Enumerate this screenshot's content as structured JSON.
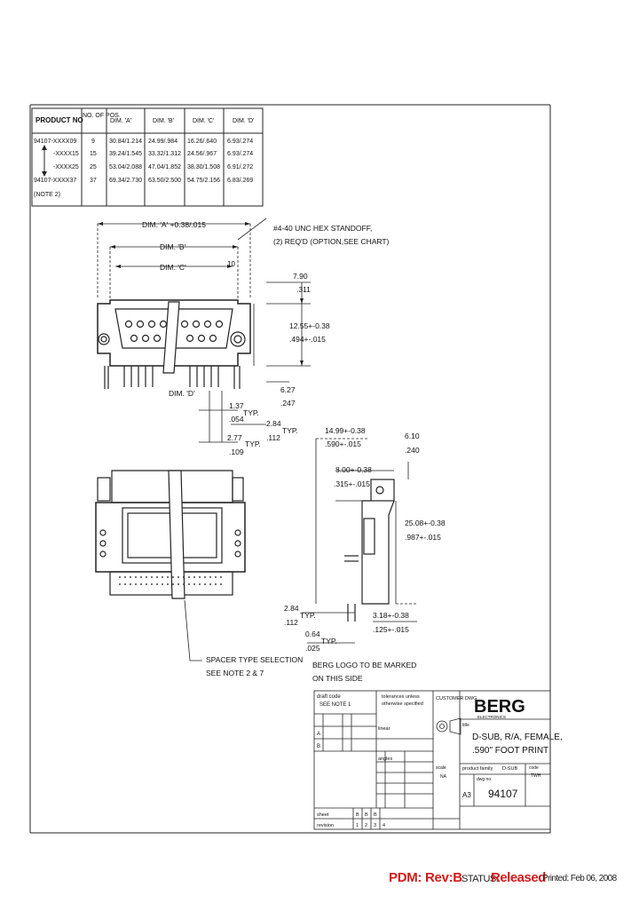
{
  "table": {
    "headers": [
      "PRODUCT NO",
      "NO. OF POS.",
      "DIM. 'A'",
      "DIM. 'B'",
      "DIM. 'C'",
      "DIM. 'D'"
    ],
    "rows": [
      [
        "94107-XXXX09",
        "9",
        "30.84/1.214",
        "24.99/.984",
        "16.26/.640",
        "6.93/.274"
      ],
      [
        "-XXXX15",
        "15",
        "39.24/1.545",
        "33.32/1.312",
        "24.56/.967",
        "6.93/.274"
      ],
      [
        "-XXXX25",
        "25",
        "53.04/2.088",
        "47.04/1.852",
        "38.30/1.508",
        "6.91/.272"
      ],
      [
        "94107-XXXX37",
        "37",
        "69.34/2.730",
        "63.50/2.500",
        "54.75/2.156",
        "6.83/.269"
      ]
    ],
    "note": "(NOTE 2)"
  },
  "callouts": {
    "dim_a": "DIM. 'A' +0.38/.015",
    "dim_b": "DIM. 'B'",
    "dim_c": "DIM. 'C'",
    "dim_d": "DIM. 'D'",
    "ref_10": "10",
    "standoff_1": "#4-40 UNC HEX STANDOFF,",
    "standoff_2": "(2) REQ'D (OPTION,SEE CHART)",
    "d790": "7.90",
    "d311": ".311",
    "d1255": "12.55+-0.38",
    "d494": ".494+-.015",
    "d627": "6.27",
    "d247": ".247",
    "d137": "1.37",
    "d054": ".054",
    "typ": "TYP.",
    "d284": "2.84",
    "d112": ".112",
    "d277": "2.77",
    "d109": ".109",
    "d1499": "14.99+-0.38",
    "d590": ".590+-.015",
    "d610": "6.10",
    "d240": ".240",
    "d800": "8.00+-0.38",
    "d315": ".315+-.015",
    "d2508": "25.08+-0.38",
    "d987": ".987+-.015",
    "d318": "3.18+-0.38",
    "d125": ".125+-.015",
    "d064": "0.64",
    "d025": ".025",
    "spacer_1": "SPACER TYPE SELECTION",
    "spacer_2": "SEE NOTE 2 & 7",
    "logo_1": "BERG LOGO TO BE MARKED",
    "logo_2": "ON THIS SIDE"
  },
  "title_block": {
    "draft_code": "draft code",
    "see_note": "SEE NOTE 1",
    "tolerances_1": "tolerances unless",
    "tolerances_2": "otherwise specified",
    "customer_drawing": "CUSTOMER DWG",
    "brand": "BERG",
    "brand_sub": "ELECTRONICS",
    "title_label": "title",
    "title_1": "D-SUB, R/A, FEMALE,",
    "title_2": ".590\" FOOT PRINT",
    "product_family": "product family",
    "product_family_value": "D-SUB",
    "code_label": "code",
    "code_value": "TWH",
    "dwg_no_label": "dwg no",
    "size": "A3",
    "dwg_no": "94107",
    "scale_label": "scale",
    "scale_value": "NA",
    "angles": "angles",
    "linear": "linear",
    "rev_a": "A",
    "rev_b": "B",
    "sheet_label": "sheet",
    "rev_label": "revision",
    "sheet_values": [
      "B",
      "B",
      "B"
    ],
    "sheet_numbers": [
      "1",
      "2",
      "3",
      "4"
    ]
  },
  "footer": {
    "pdm": "PDM: Rev:B",
    "status_label": "STATUS:",
    "status_value": "Released",
    "printed": "Printed: Feb 06, 2008"
  }
}
